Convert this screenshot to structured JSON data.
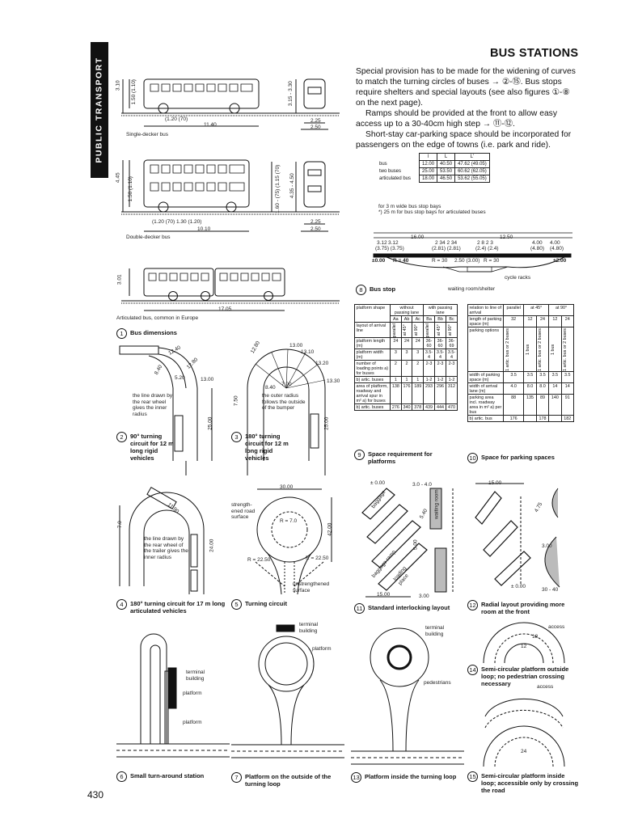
{
  "side_tab": "PUBLIC TRANSPORT",
  "title": "BUS STATIONS",
  "intro": [
    "Special provision has to be made for the widening of curves to match the turning circles of buses → ②-⑮. Bus stops require shelters and special layouts (see also figures ①-⑧ on the next page).",
    "Ramps should be provided at the front to allow easy access up to a 30-40cm high step → ⑪-⑫.",
    "Short-stay car-parking space should be incorporated for passengers on the edge of towns (i.e. park and ride)."
  ],
  "page_number": "430",
  "fig1": {
    "single_label": "Single-decker bus",
    "double_label": "Double-decker bus",
    "artic_label": "Articulated bus, common in Europe",
    "dim_single_len": "11.40",
    "dim_single_over": "(1.20 (70)",
    "dim_single_h1": "3.10",
    "dim_single_h2": "1.50 (1.10)",
    "dim_single_w1": "2.25",
    "dim_single_w2": "2.50",
    "dim_single_ht": "3.15 - 3.30",
    "dim_double_len": "10.10",
    "dim_double_over": "(1.20 (70) 1.30 (1.20)",
    "dim_double_h1": "4.45",
    "dim_double_h2": "1.50 (1.10)",
    "dim_double_ht": "4.35 - 4.50",
    "dim_double_dr": "1.60 - (75) (1.15 (70)",
    "dim_double_w1": "2.25",
    "dim_double_w2": "2.50",
    "dim_artic_len": "17.05",
    "dim_artic_h": "3.01",
    "caption_num": "1",
    "caption": "Bus dimensions"
  },
  "fig2": {
    "note": "the line drawn by the rear wheel gives the inner radius",
    "r1": "12.40",
    "r2": "12.80",
    "r3": "8.40",
    "r4": "5.20",
    "r5": "13.00",
    "len": "25.00",
    "caption_num": "2",
    "caption": "90° turning circuit for 12 m long rigid vehicles"
  },
  "fig3": {
    "note": "the outer radius follows the outside of the bumper",
    "r1": "12.80",
    "r2": "13.00",
    "r3": "13.10",
    "r4": "13.20",
    "r5": "13.30",
    "r6": "8.40",
    "r7": "7.90",
    "w": "7.50",
    "len": "25.00",
    "caption_num": "3",
    "caption": "180° turning circuit for 12 m long rigid vehicles"
  },
  "fig4": {
    "note": "the line drawn by the rear wheel of the trailer gives the inner radius",
    "w": "7.0",
    "r": "11.90",
    "len": "24.00",
    "caption_num": "4",
    "caption": "180° turning circuit for 17 m long articulated vehicles"
  },
  "fig5": {
    "note1": "strength-ened road surface",
    "note2": "unstrengthened surface",
    "top": "30.00",
    "r1": "R = 7.0",
    "r2": "R = 22.50",
    "r3": "R = 22.50",
    "len": "42.00",
    "caption_num": "5",
    "caption": "Turning circuit"
  },
  "fig6": {
    "terminal": "terminal building",
    "platform1": "platform",
    "platform2": "platform",
    "caption_num": "6",
    "caption": "Small turn-around station"
  },
  "fig7": {
    "terminal": "terminal building",
    "platform": "platform",
    "caption_num": "7",
    "caption": "Platform on the outside of the turning loop"
  },
  "fig8": {
    "table": {
      "headers": [
        "l",
        "L",
        "L'"
      ],
      "rows": [
        {
          "label": "bus",
          "values": [
            "12.00",
            "40.50",
            "47.62 (49.05)"
          ]
        },
        {
          "label": "two buses",
          "values": [
            "25.00",
            "53.50",
            "60.62 (62.05)"
          ]
        },
        {
          "label": "articulated bus",
          "values": [
            "18.00",
            "46.50",
            "53.62 (55.05)"
          ]
        }
      ]
    },
    "note1": "for 3 m wide bus stop bays",
    "note2": "*) 25 m for bus stop bays for articulated buses",
    "d_top1": "16.00",
    "d_top2": "12.50",
    "d_row1": [
      "3.12",
      "3.12",
      "2 34 2 34",
      "2 8 2 3",
      "4.00",
      "4.00"
    ],
    "d_row2": [
      "(3.75) (3.75)",
      "(2.81) (2.81)",
      "(2.4) (2.4)",
      "(4.80)",
      "(4.80)"
    ],
    "d_axis": [
      "±0.00",
      "R = 40",
      "R = 30",
      "2.50 (3.00)",
      "R = 30",
      "±2.00"
    ],
    "cycle": "cycle racks",
    "waiting": "waiting room/shelter",
    "caption_num": "8",
    "caption": "Bus stop"
  },
  "fig9": {
    "corner": "platform shape",
    "col_groups": [
      "without passing lane",
      "with passing lane"
    ],
    "sub_cols": [
      "Aa",
      "Ab",
      "Ac",
      "Ba",
      "Bb",
      "Bc"
    ],
    "angle_cols": [
      "parallel",
      "at 45°",
      "at 90°",
      "parallel",
      "at 45°",
      "at 90°"
    ],
    "rows": [
      {
        "label": "layout of arrival line",
        "values": [
          "",
          "",
          "",
          "",
          "",
          ""
        ]
      },
      {
        "label": "platform length (m)",
        "values": [
          "24",
          "24",
          "24",
          "36-60",
          "36-60",
          "36-69"
        ]
      },
      {
        "label": "platform width (m)",
        "values": [
          "3",
          "3",
          "3",
          "3.5-4",
          "3.5-4",
          "3.5-4"
        ]
      },
      {
        "label": "number of loading points a) for buses",
        "values": [
          "2",
          "2",
          "2",
          "2-3",
          "2-3",
          "2-3"
        ]
      },
      {
        "label": "b) artic. buses",
        "values": [
          "1",
          "1",
          "1",
          "1-2",
          "1-2",
          "1-2"
        ]
      },
      {
        "label": "area of platform, roadway and arrival spur in m² a) for buses",
        "values": [
          "138",
          "176",
          "189",
          "293",
          "296",
          "312"
        ]
      },
      {
        "label": "b) artic. buses",
        "values": [
          "276",
          "340",
          "378",
          "439",
          "444",
          "470"
        ]
      }
    ],
    "caption_num": "9",
    "caption": "Space requirement for platforms"
  },
  "fig10": {
    "corner": "relation to line of arrival",
    "cols": [
      "parallel",
      "at 45°",
      "at 90°"
    ],
    "rows": [
      {
        "label": "length of parking space (m)",
        "values": [
          "32",
          "12",
          "24",
          "12",
          "24"
        ]
      },
      {
        "label": "parking options",
        "values": [
          "1 artic. bus or 2 buses",
          "1 bus",
          "1 artic. bus or 2 buses",
          "1 bus",
          "1 artic. bus or 2 buses"
        ]
      },
      {
        "label": "width of parking space (m)",
        "values": [
          "3.5",
          "3.5",
          "3.5",
          "3.5",
          "3.5"
        ]
      },
      {
        "label": "width of arrival lane (m)",
        "values": [
          "4.0",
          "8.0",
          "8.0",
          "14",
          "14"
        ]
      },
      {
        "label": "parking area incl. roadway area in m² a) per bus",
        "values": [
          "88",
          "135",
          "89",
          "140",
          "91"
        ]
      },
      {
        "label": "b) artic. bus",
        "values": [
          "176",
          "",
          "178",
          "",
          "182"
        ]
      }
    ],
    "caption_num": "10",
    "caption": "Space for parking spaces"
  },
  "fig11": {
    "top1": "± 0.00",
    "top2": "3.0 - 4.0",
    "baggage1": "baggage",
    "baggage2": "baggage ramp",
    "waiting": "waiting room",
    "loading": "loading place",
    "d1": "5.40",
    "d2": "5.00",
    "bottom1": "15.00",
    "bottom2": "3.00",
    "caption_num": "11",
    "caption": "Standard interlocking layout"
  },
  "fig12": {
    "top": "15.00",
    "d1": "4.75",
    "d2": "3.00",
    "bottom1": "± 0.00",
    "bottom2": "30 - 40",
    "caption_num": "12",
    "caption": "Radial layout providing more room at the front"
  },
  "fig13": {
    "terminal": "terminal building",
    "pedestrians": "pedestrians",
    "caption_num": "13",
    "caption": "Platform inside the turning loop"
  },
  "fig14": {
    "access": "access",
    "d1": "12",
    "d2": "18",
    "caption_num": "14",
    "caption": "Semi-circular platform outside loop; no pedestrian crossing necessary"
  },
  "fig15": {
    "access": "access",
    "d1": "24",
    "caption_num": "15",
    "caption": "Semi-circular platform inside loop; accessible only by crossing the road"
  }
}
